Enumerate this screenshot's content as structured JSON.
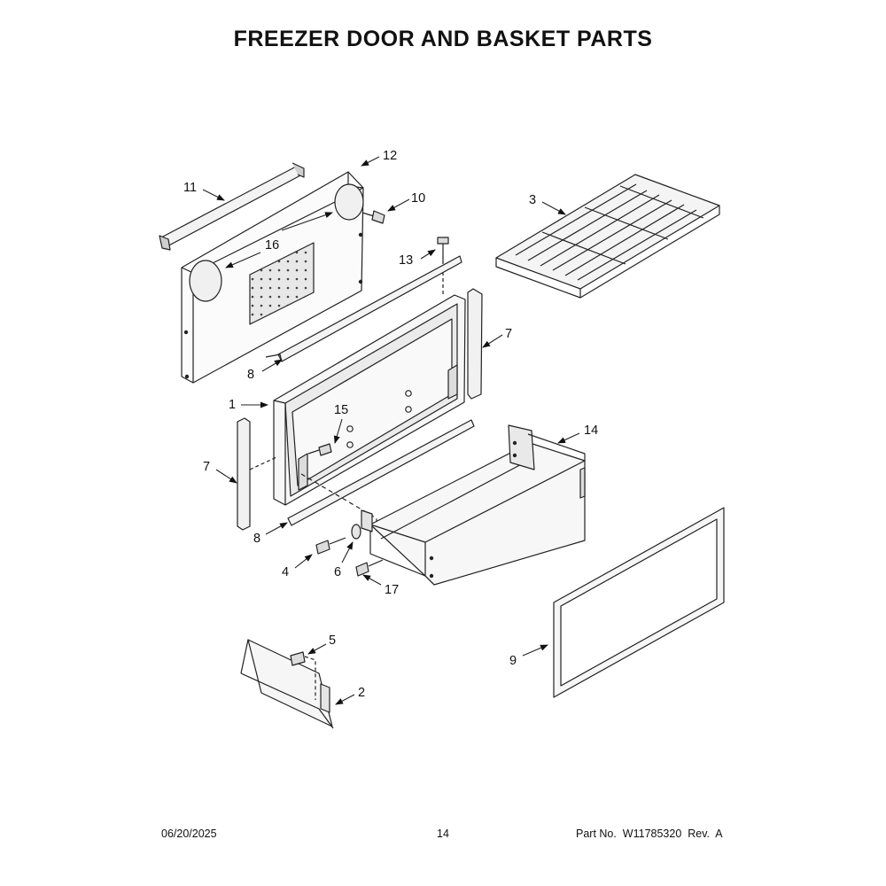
{
  "title": "FREEZER DOOR AND BASKET PARTS",
  "footer": {
    "date": "06/20/2025",
    "page_number": "14",
    "part_number": "Part No.  W11785320  Rev.  A"
  },
  "callouts": {
    "c1": "1",
    "c2": "2",
    "c3": "3",
    "c4": "4",
    "c5": "5",
    "c6": "6",
    "c7a": "7",
    "c7b": "7",
    "c8a": "8",
    "c8b": "8",
    "c9": "9",
    "c10": "10",
    "c11": "11",
    "c12": "12",
    "c13": "13",
    "c14": "14",
    "c15": "15",
    "c16": "16",
    "c17": "17"
  }
}
